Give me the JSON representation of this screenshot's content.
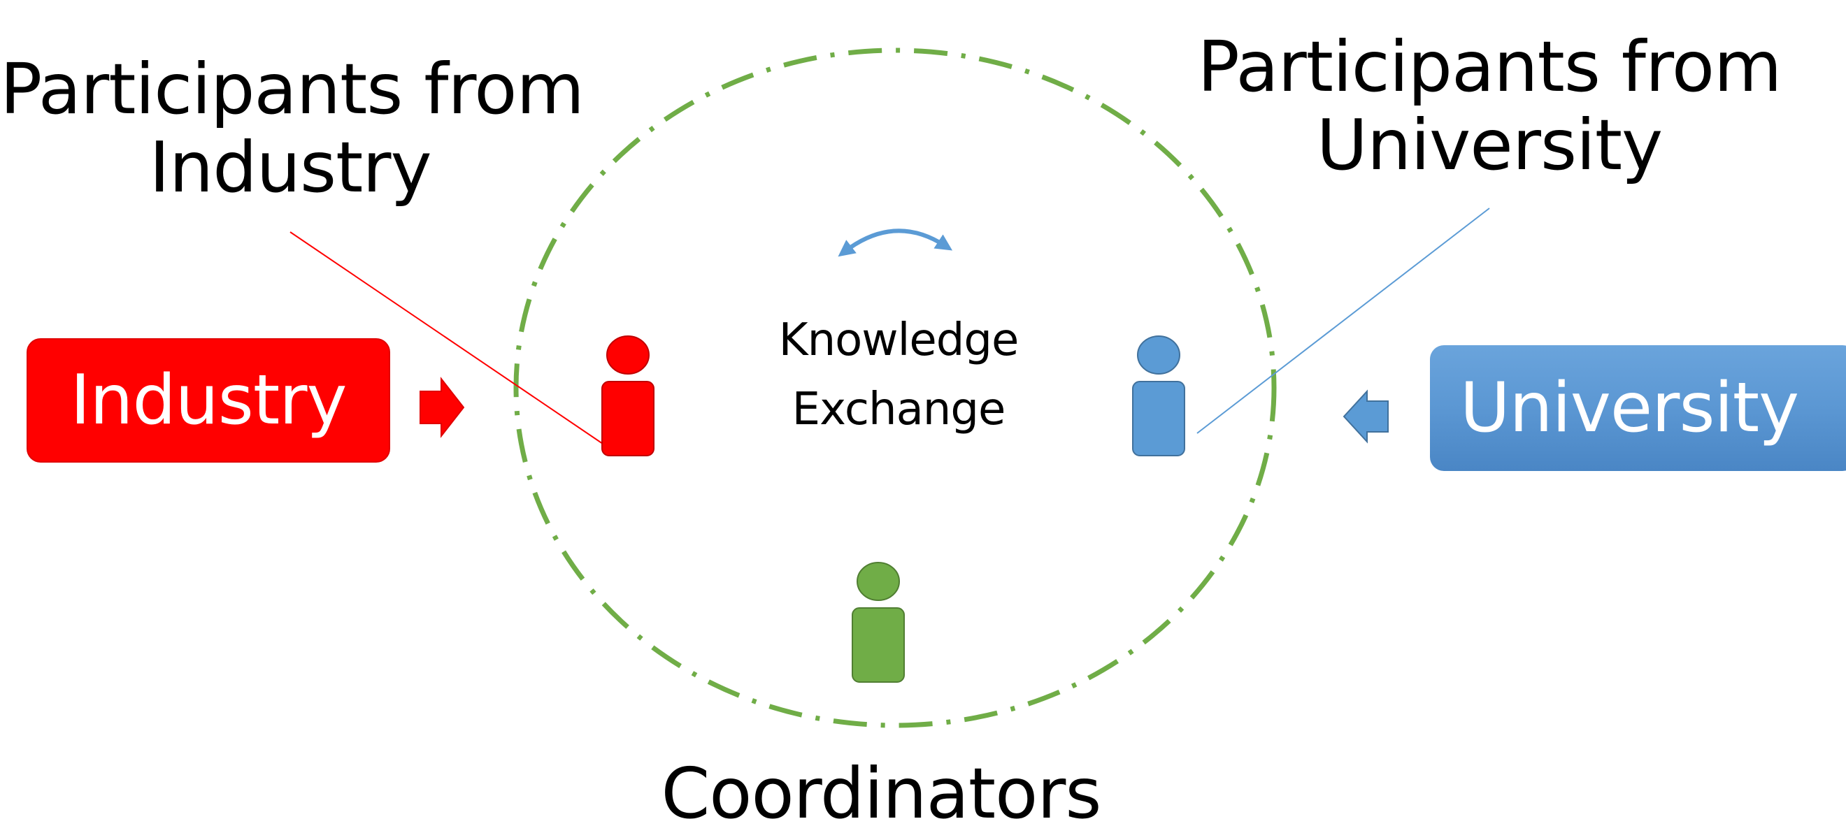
{
  "diagram": {
    "labels": {
      "participants_industry_line1": "Participants from",
      "participants_industry_line2": "Industry",
      "participants_university_line1": "Participants from",
      "participants_university_line2": "University",
      "knowledge_line1": "Knowledge",
      "knowledge_line2": "Exchange",
      "coordinators": "Coordinators"
    },
    "boxes": {
      "industry": "Industry",
      "university": "University"
    },
    "colors": {
      "industry": "#ff0000",
      "university": "#5b9bd5",
      "coordinators": "#70ad47",
      "circle": "#70ad47",
      "exchange_arrow": "#5b9bd5"
    },
    "icons": {
      "industry_person": "person-icon",
      "university_person": "person-icon",
      "coordinator_person": "person-icon",
      "industry_arrow": "arrow-right-icon",
      "university_arrow": "arrow-left-icon",
      "exchange_arrow": "double-headed-curved-arrow-icon"
    }
  }
}
